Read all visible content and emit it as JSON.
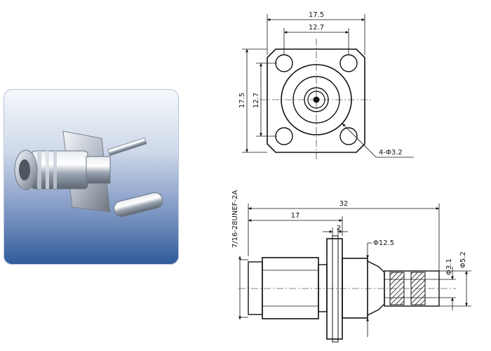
{
  "front_view": {
    "width_outer": "17.5",
    "width_inner": "12.7",
    "height_outer": "17.5",
    "height_inner": "12.7",
    "hole_callout": "4-Φ3.2"
  },
  "side_view": {
    "thread_spec": "7/16-28UNEF-2A",
    "total_length": "32",
    "body_length": "17",
    "flange_thickness": "2",
    "flange_diameter": "Φ12.5",
    "crimp_diameter_small": "Φ3.1",
    "crimp_diameter_large": "Φ5.2"
  },
  "colors": {
    "line": "#111111",
    "panel_top": "#f6f8fb",
    "panel_bottom": "#2f5a9a"
  }
}
